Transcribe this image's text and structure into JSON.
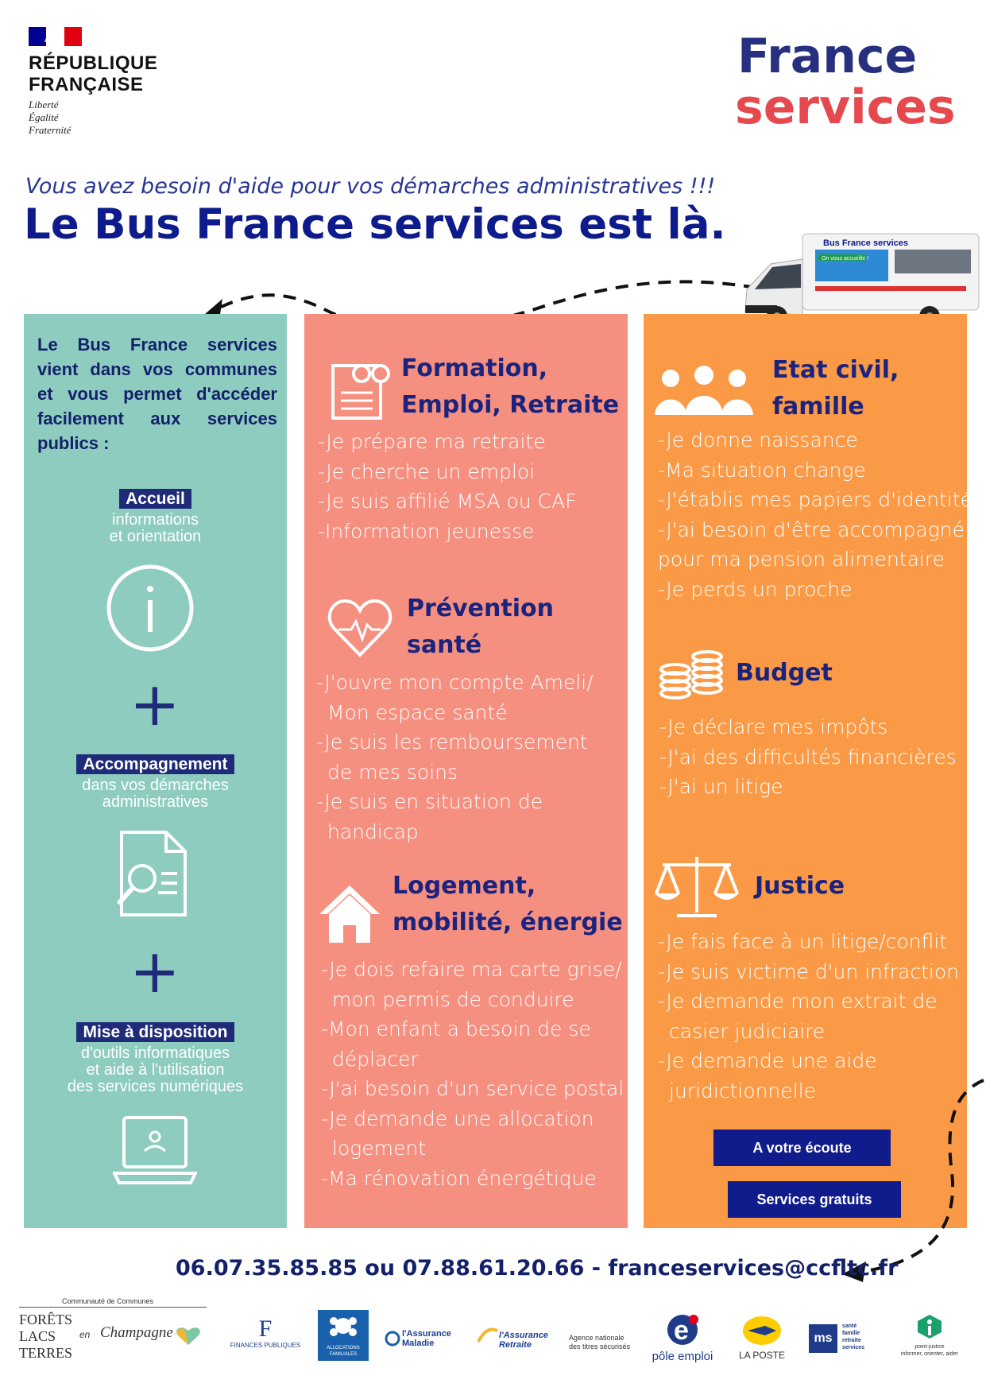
{
  "header": {
    "republique": [
      "RÉPUBLIQUE",
      "FRANÇAISE"
    ],
    "motto": [
      "Liberté",
      "Égalité",
      "Fraternité"
    ],
    "brand_line1": "France",
    "brand_line2": "services",
    "intro": "Vous avez besoin d'aide pour vos démarches administratives !!!",
    "headline": "Le Bus France services est là."
  },
  "bus": {
    "sign": "Bus France services",
    "banner": "On vous accueille !"
  },
  "col1": {
    "intro": [
      "Le Bus France services",
      "vient dans vos communes",
      "et vous permet d'accéder",
      "facilement aux services",
      "publics :"
    ],
    "block1": {
      "title": "Accueil",
      "sub": [
        "informations",
        "et orientation"
      ],
      "icon": "info-circle-icon"
    },
    "block2": {
      "title": "Accompagnement",
      "sub": [
        "dans vos démarches",
        "administratives"
      ],
      "icon": "document-search-icon"
    },
    "block3": {
      "title": "Mise à disposition",
      "sub": [
        "d'outils informatiques",
        "et aide à l'utilisation",
        "des services numériques"
      ],
      "icon": "laptop-icon"
    },
    "plus": "+"
  },
  "col2": {
    "s1": {
      "title": [
        "Formation,",
        "Emploi, Retraite"
      ],
      "icon": "document-glasses-icon",
      "items": [
        "-Je prépare ma retraite",
        "-Je cherche un emploi",
        "-Je suis affilié MSA ou CAF",
        "-Information jeunesse"
      ]
    },
    "s2": {
      "title": [
        "Prévention",
        "santé"
      ],
      "icon": "heart-pulse-icon",
      "items": [
        "-J'ouvre mon compte Ameli/",
        "Mon espace santé",
        "-Je suis les remboursement",
        "de mes soins",
        "-Je suis en situation de",
        "handicap"
      ]
    },
    "s3": {
      "title": [
        "Logement,",
        "mobilité, énergie"
      ],
      "icon": "house-icon",
      "items": [
        "-Je dois refaire ma carte grise/",
        "mon permis de conduire",
        "-Mon enfant a besoin de se",
        "déplacer",
        "-J'ai besoin d'un service postal",
        "-Je demande une allocation",
        "logement",
        "-Ma rénovation énergétique"
      ]
    }
  },
  "col3": {
    "s1": {
      "title": [
        "Etat civil,",
        "famille"
      ],
      "icon": "family-icon",
      "items": [
        "-Je donne naissance",
        "-Ma situation change",
        "-J'établis mes papiers d'identité",
        "-J'ai besoin d'être accompagné",
        "pour ma pension alimentaire",
        "-Je perds un proche"
      ]
    },
    "s2": {
      "title": [
        "Budget"
      ],
      "icon": "coins-icon",
      "items": [
        "-Je déclare mes impôts",
        "-J'ai des difficultés financières",
        "-J'ai un litige"
      ]
    },
    "s3": {
      "title": [
        "Justice"
      ],
      "icon": "scales-icon",
      "items": [
        "-Je fais face à un litige/conflit",
        "-Je suis victime d'un infraction",
        "-Je demande mon extrait de",
        "casier judiciaire",
        "-Je demande une aide",
        "juridictionnelle"
      ]
    },
    "button1": "A votre écoute",
    "button2": "Services gratuits"
  },
  "contact": "06.07.35.85.85 ou 07.88.61.20.66 - franceservices@ccfltc.fr",
  "footer": {
    "ccfltc": {
      "caption": "Communauté de Communes",
      "lines": [
        "FORÊTS",
        "LACS",
        "TERRES"
      ],
      "en": "en",
      "champagne": "Champagne"
    },
    "finances": "FINANCES PUBLIQUES",
    "caf": [
      "ALLOCATIONS",
      "FAMILIALES"
    ],
    "cnam": [
      "l'Assurance",
      "Maladie"
    ],
    "cnav": [
      "l'Assurance",
      "Retraite"
    ],
    "ants": [
      "Agence nationale",
      "des titres sécurisés"
    ],
    "pole": "pôle emploi",
    "poste": "LA POSTE",
    "msa": [
      "santé",
      "famille",
      "retraite",
      "services"
    ],
    "pj": [
      "point-justice",
      "informer, orienter, aider"
    ]
  },
  "colors": {
    "teal": "#8dccbf",
    "salmon": "#f59080",
    "orange": "#fb9a46",
    "navy": "#13216b",
    "red": "#e5484d"
  }
}
